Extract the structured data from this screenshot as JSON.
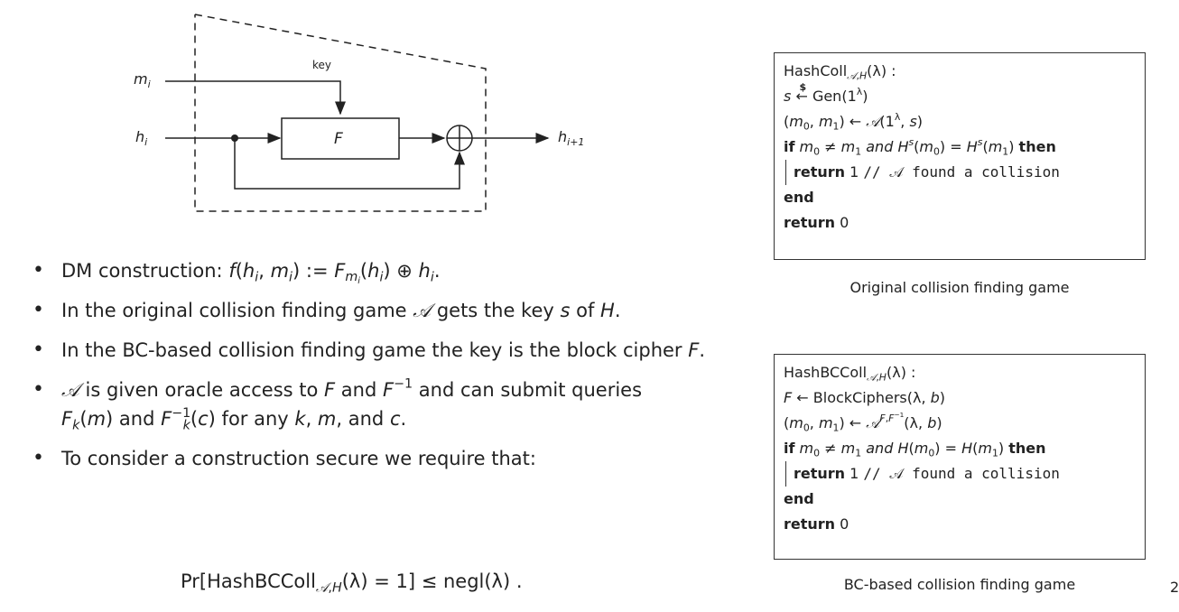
{
  "diagram": {
    "label_mi": "m",
    "label_mi_sub": "i",
    "label_hi": "h",
    "label_hi_sub": "i",
    "label_key": "key",
    "label_F": "F",
    "label_out": "h",
    "label_out_sub": "i+1"
  },
  "bullets": {
    "b1_text": "DM construction: ",
    "b2_a": "In the original collision finding game ",
    "b2_b": " gets the key ",
    "b2_c": " of ",
    "b2_d": ".",
    "b3_a": "In the BC-based collision finding game the key is the block cipher ",
    "b3_b": ".",
    "b4_a": " is given oracle access to ",
    "b4_b": " and ",
    "b4_c": " and can submit queries ",
    "b4_d": " and ",
    "b4_e": " for any ",
    "b4_f": ", ",
    "b4_g": ", and ",
    "b4_h": ".",
    "b5": "To consider a construction secure we require that:"
  },
  "game1": {
    "name": "HashColl",
    "gen": "Gen",
    "comment": "// 𝒜 found a collision",
    "caption": "Original collision finding game"
  },
  "game2": {
    "name": "HashBCColl",
    "bc": "BlockCiphers",
    "comment": "// 𝒜 found a collision",
    "caption": "BC-based collision finding game"
  },
  "kw": {
    "if": "if",
    "then": "then",
    "return": "return",
    "end": "end",
    "and": "and"
  },
  "page_number": "2"
}
